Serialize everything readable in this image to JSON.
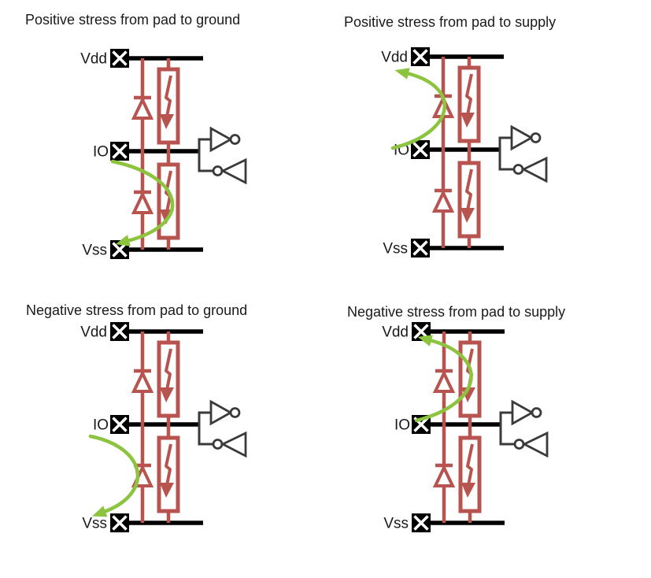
{
  "diagram": {
    "description": "ESD stress current paths in an I/O pad protection network",
    "background": "#ffffff"
  },
  "colors": {
    "device_red": "#b85450",
    "stress_green": "#8cc43f",
    "rail_black": "#000000",
    "buffer_gray": "#3a3a3a",
    "text_black": "#1a1a1a"
  },
  "labels": {
    "vdd": "Vdd",
    "io": "IO",
    "vss": "Vss"
  },
  "symbols": {
    "pad": "bond-pad-icon",
    "diode": "diode-icon",
    "clamp": "esd-clamp-icon",
    "clamp_current": "lightning-arrow-icon",
    "driver": "inverter-buffer-icon",
    "receiver": "input-buffer-icon",
    "stress_path": "curved-stress-arrow"
  },
  "quadrants": [
    {
      "id": "positive-pad-to-ground",
      "title": "Positive stress from pad to ground",
      "stress_arrow": {
        "from": "IO",
        "to": "Vss",
        "through": "lower clamp",
        "direction": "down"
      }
    },
    {
      "id": "positive-pad-to-supply",
      "title": "Positive stress from pad to supply",
      "stress_arrow": {
        "from": "IO",
        "to": "Vdd",
        "through": "upper diode",
        "direction": "up"
      }
    },
    {
      "id": "negative-pad-to-ground",
      "title": "Negative stress from pad to ground",
      "stress_arrow": {
        "from": "IO",
        "to": "Vss",
        "through": "lower diode",
        "direction": "down"
      }
    },
    {
      "id": "negative-pad-to-supply",
      "title": "Negative stress from pad to supply",
      "stress_arrow": {
        "from": "IO",
        "to": "Vdd",
        "through": "upper clamp",
        "direction": "up"
      }
    }
  ]
}
